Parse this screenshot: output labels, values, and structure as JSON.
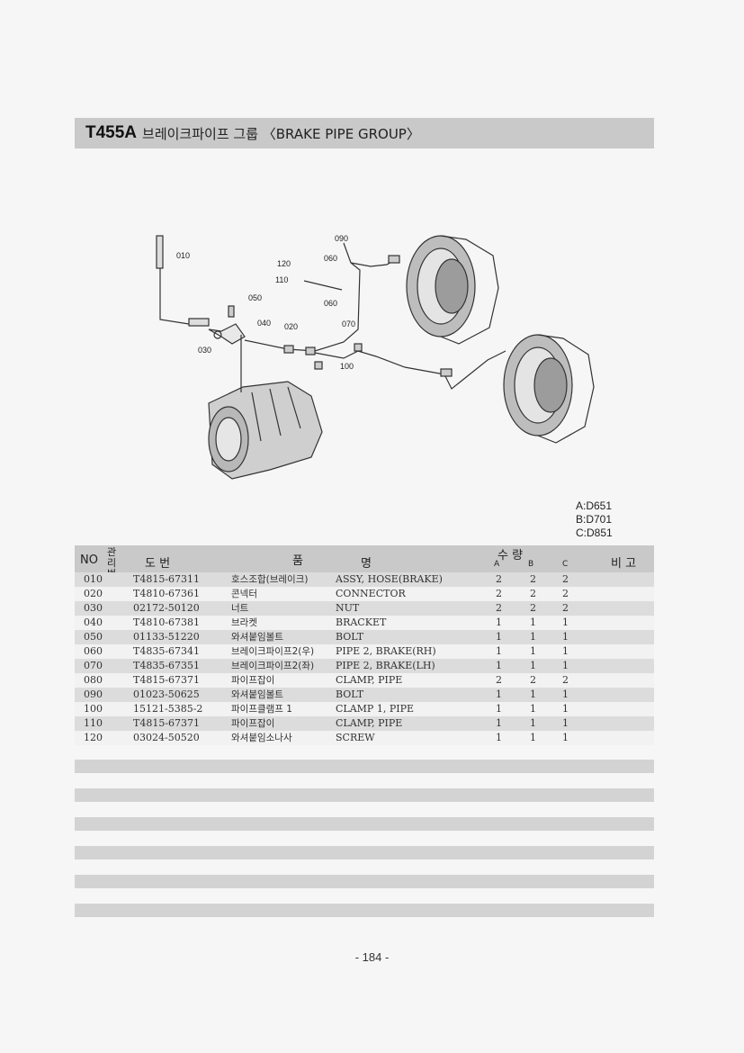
{
  "header": {
    "code": "T455A",
    "title": "브레이크파이프 그룹 〈BRAKE PIPE GROUP〉"
  },
  "diagram_labels": [
    "010",
    "090",
    "060",
    "120",
    "110",
    "050",
    "060",
    "040",
    "020",
    "070",
    "030",
    "100"
  ],
  "variants": [
    "A:D651",
    "B:D701",
    "C:D851"
  ],
  "table": {
    "headers": {
      "no": "NO",
      "mgmt": "관리 번호",
      "part_no": "도   번",
      "name1": "품",
      "name2": "명",
      "qty": "수   량",
      "a": "A",
      "b": "B",
      "c": "C",
      "remark": "비 고"
    },
    "rows": [
      {
        "no": "010",
        "part": "T4815-67311",
        "kr": "호스조합(브레이크)",
        "en": "ASSY, HOSE(BRAKE)",
        "a": "2",
        "b": "2",
        "c": "2"
      },
      {
        "no": "020",
        "part": "T4810-67361",
        "kr": "콘넥터",
        "en": "CONNECTOR",
        "a": "2",
        "b": "2",
        "c": "2"
      },
      {
        "no": "030",
        "part": "02172-50120",
        "kr": "너트",
        "en": "NUT",
        "a": "2",
        "b": "2",
        "c": "2"
      },
      {
        "no": "040",
        "part": "T4810-67381",
        "kr": "브라켓",
        "en": "BRACKET",
        "a": "1",
        "b": "1",
        "c": "1"
      },
      {
        "no": "050",
        "part": "01133-51220",
        "kr": "와셔붙임볼트",
        "en": "BOLT",
        "a": "1",
        "b": "1",
        "c": "1"
      },
      {
        "no": "060",
        "part": "T4835-67341",
        "kr": "브레이크파이프2(우)",
        "en": "PIPE 2, BRAKE(RH)",
        "a": "1",
        "b": "1",
        "c": "1"
      },
      {
        "no": "070",
        "part": "T4835-67351",
        "kr": "브레이크파이프2(좌)",
        "en": "PIPE 2, BRAKE(LH)",
        "a": "1",
        "b": "1",
        "c": "1"
      },
      {
        "no": "080",
        "part": "T4815-67371",
        "kr": "파이프잡이",
        "en": "CLAMP, PIPE",
        "a": "2",
        "b": "2",
        "c": "2"
      },
      {
        "no": "090",
        "part": "01023-50625",
        "kr": "와셔붙임볼트",
        "en": "BOLT",
        "a": "1",
        "b": "1",
        "c": "1"
      },
      {
        "no": "100",
        "part": "15121-5385-2",
        "kr": "파이프클램프 1",
        "en": "CLAMP 1, PIPE",
        "a": "1",
        "b": "1",
        "c": "1"
      },
      {
        "no": "110",
        "part": "T4815-67371",
        "kr": "파이프잡이",
        "en": "CLAMP, PIPE",
        "a": "1",
        "b": "1",
        "c": "1"
      },
      {
        "no": "120",
        "part": "03024-50520",
        "kr": "와셔붙임소나사",
        "en": "SCREW",
        "a": "1",
        "b": "1",
        "c": "1"
      }
    ]
  },
  "page_number": "- 184 -"
}
